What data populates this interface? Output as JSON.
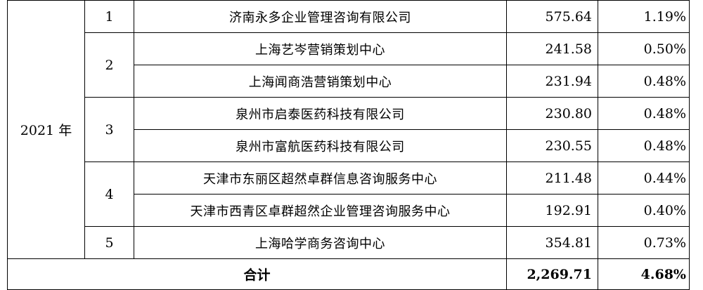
{
  "table": {
    "year": "2021 年",
    "rows": [
      {
        "rank": "1",
        "name": "济南永多企业管理咨询有限公司",
        "amount": "575.64",
        "percent": "1.19%"
      },
      {
        "rank": "2",
        "name": "上海艺岑营销策划中心",
        "amount": "241.58",
        "percent": "0.50%"
      },
      {
        "rank": "",
        "name": "上海闻商浩营销策划中心",
        "amount": "231.94",
        "percent": "0.48%"
      },
      {
        "rank": "3",
        "name": "泉州市启泰医药科技有限公司",
        "amount": "230.80",
        "percent": "0.48%"
      },
      {
        "rank": "",
        "name": "泉州市富航医药科技有限公司",
        "amount": "230.55",
        "percent": "0.48%"
      },
      {
        "rank": "4",
        "name": "天津市东丽区超然卓群信息咨询服务中心",
        "amount": "211.48",
        "percent": "0.44%"
      },
      {
        "rank": "",
        "name": "天津市西青区卓群超然企业管理咨询服务中心",
        "amount": "192.91",
        "percent": "0.40%"
      },
      {
        "rank": "5",
        "name": "上海哈学商务咨询中心",
        "amount": "354.81",
        "percent": "0.73%"
      }
    ],
    "total": {
      "label": "合计",
      "amount": "2,269.71",
      "percent": "4.68%"
    }
  }
}
